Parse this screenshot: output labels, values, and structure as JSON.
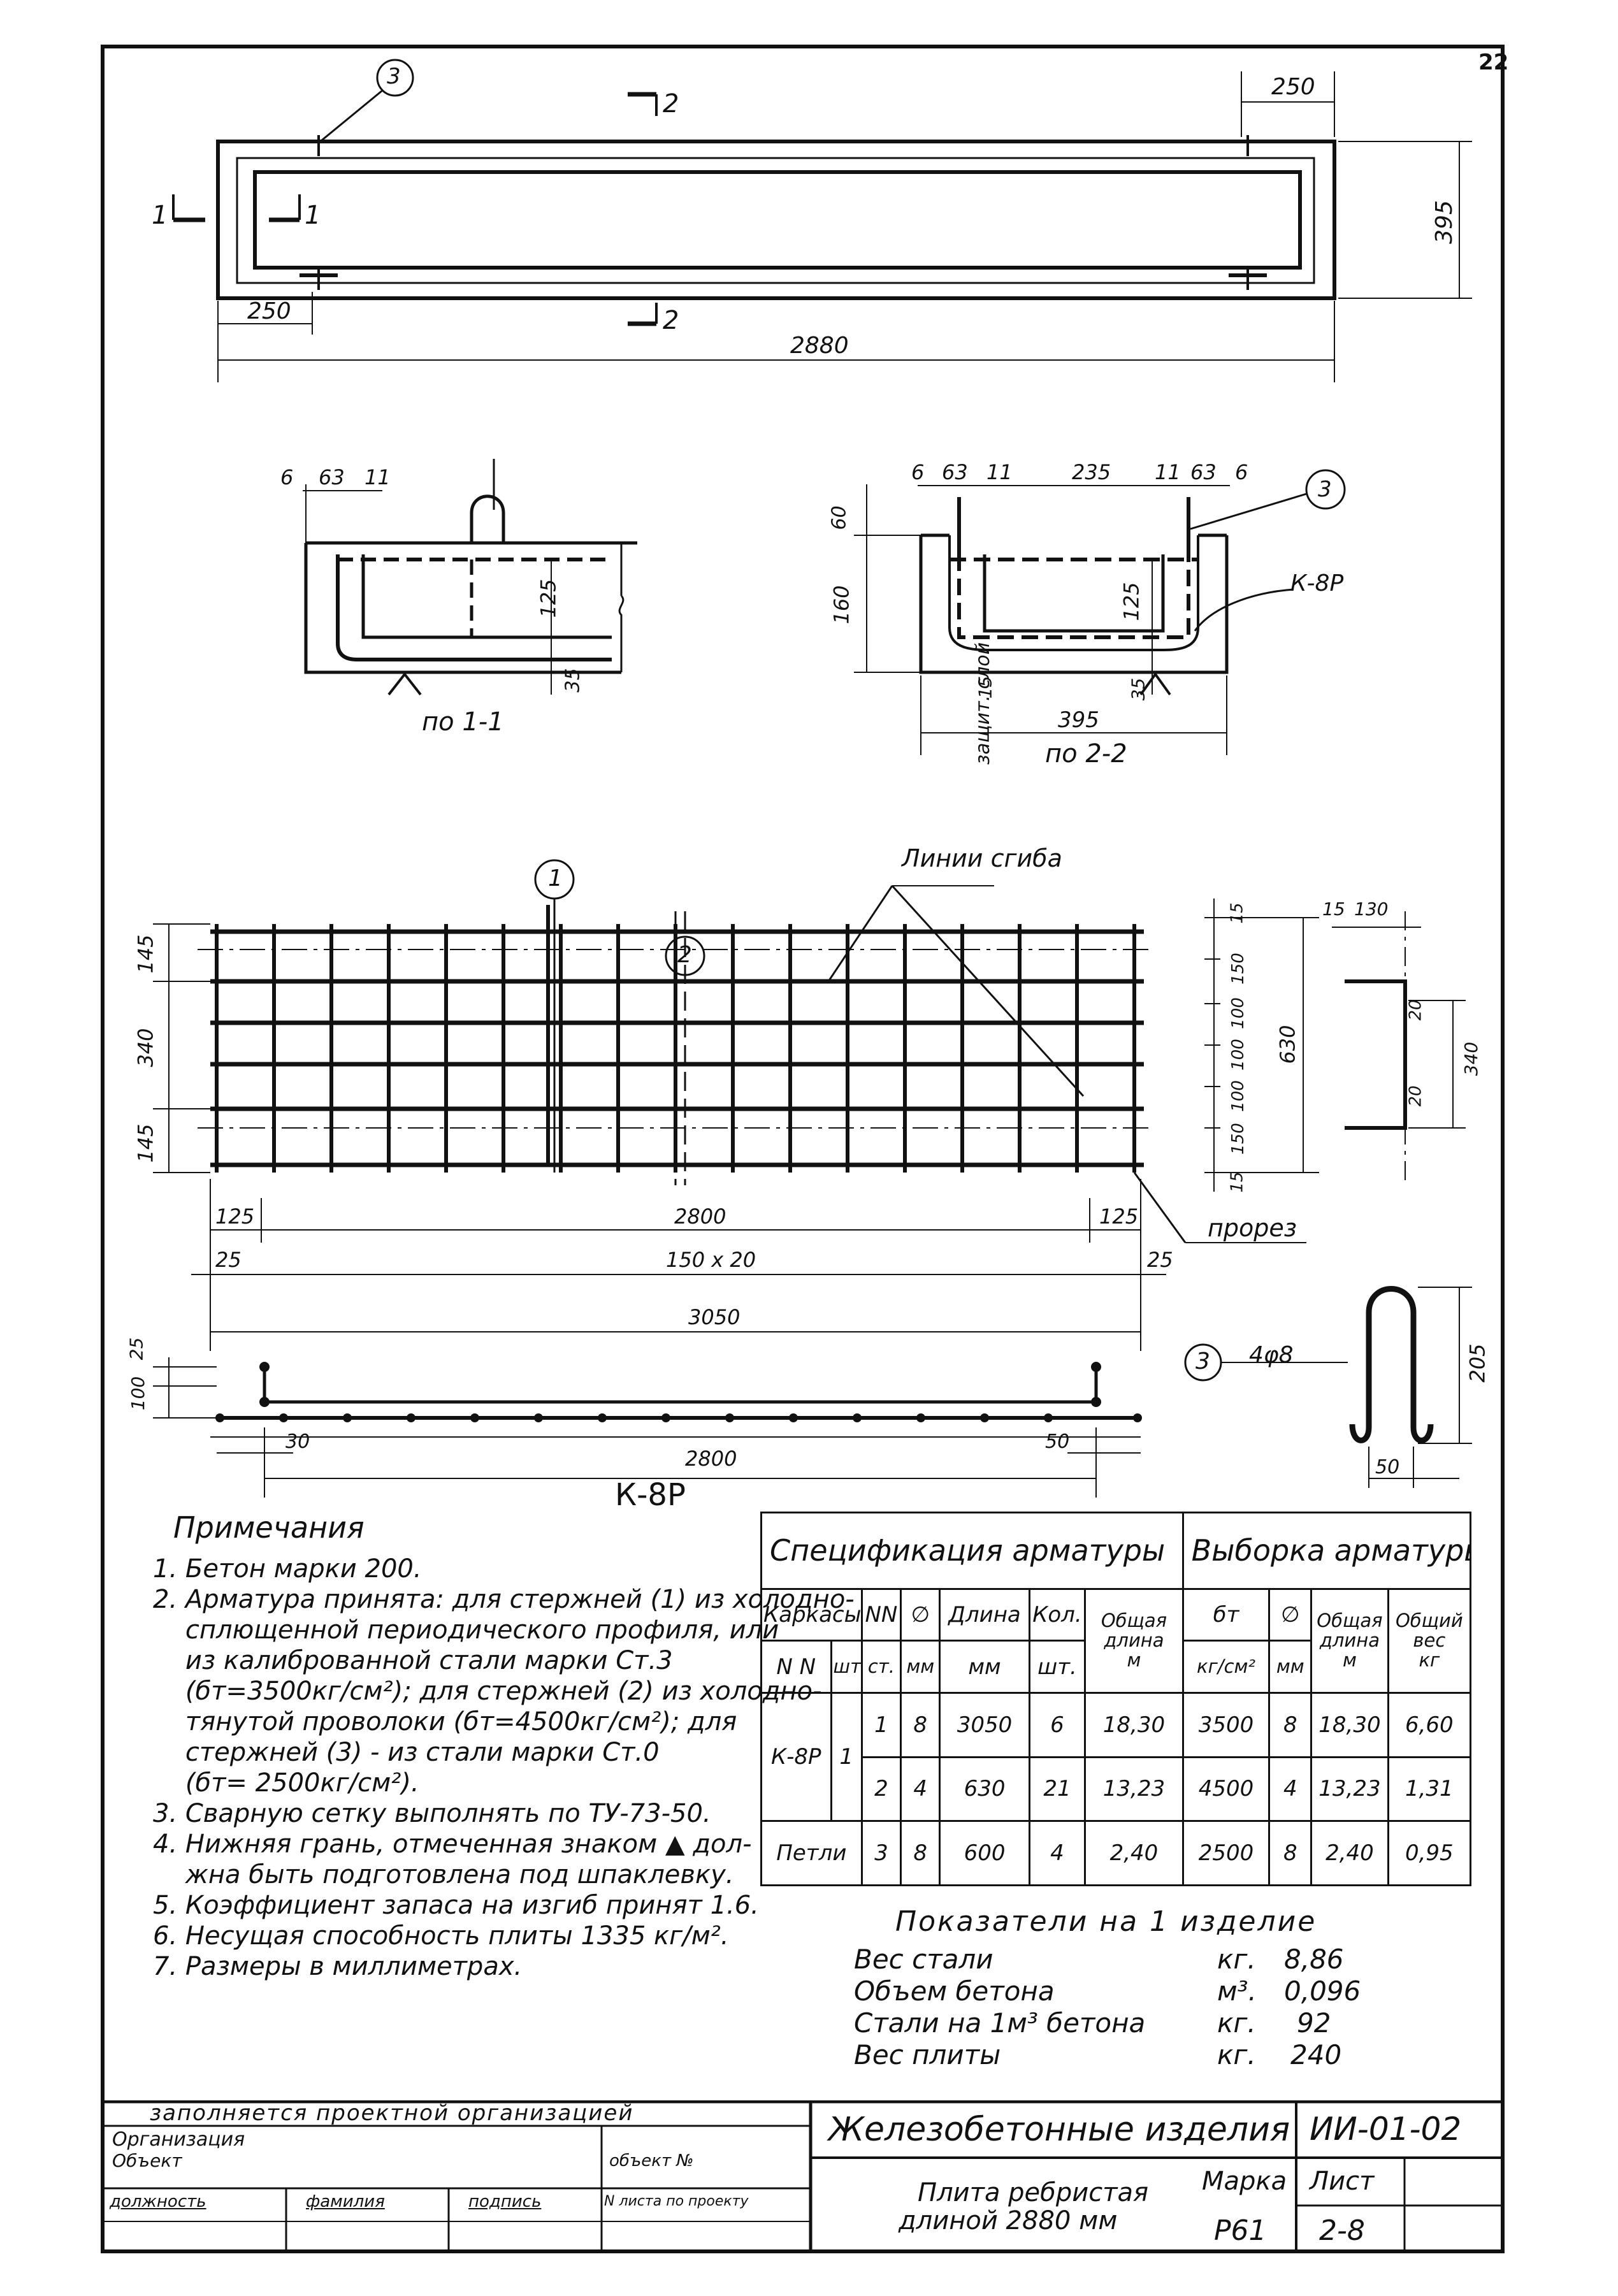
{
  "page_number": "22",
  "drawing": {
    "plan": {
      "callout": "3",
      "section_1": "1",
      "section_2": "2",
      "dim_edge_top": "250",
      "dim_edge_bottom": "250",
      "dim_width": "395",
      "dim_length": "2880"
    },
    "section_1_1": {
      "dims": [
        "6",
        "63",
        "11"
      ],
      "dim_height": "125",
      "dim_cover": "35",
      "caption": "по 1-1"
    },
    "section_2_2": {
      "dims": [
        "6",
        "63",
        "11",
        "235",
        "11",
        "63",
        "6"
      ],
      "dim_top": "60",
      "dim_height_total": "160",
      "dim_inner": "125",
      "dim_cover_left": "15",
      "dim_cover_right": "35",
      "dim_width": "395",
      "protective_layer": "защит. слой",
      "callout": "3",
      "frame_label": "К-8Р",
      "caption": "по 2-2"
    },
    "mesh": {
      "fold_lines_label": "Линии сгиба",
      "callout_1": "1",
      "callout_2": "2",
      "dim_left": [
        "145",
        "340",
        "145"
      ],
      "dim_bottom_125_left": "125",
      "dim_bottom_2800": "2800",
      "dim_bottom_125_right": "125",
      "dim_25_left": "25",
      "dim_spacing": "150 x 20",
      "dim_25_right": "25",
      "dim_total": "3050",
      "cut_label": "прорез",
      "dim_right": [
        "15",
        "150",
        "100",
        "100",
        "100",
        "150",
        "15"
      ],
      "dim_height": "630",
      "profile_dims": [
        "15",
        "130",
        "20",
        "340",
        "20"
      ]
    },
    "frame_k8p": {
      "dim_25": "25",
      "dim_100": "100",
      "dim_30": "30",
      "dim_2800": "2800",
      "dim_50": "50",
      "label": "К-8Р"
    },
    "loop": {
      "callout": "3",
      "spec": "4φ8",
      "dim_height": "205",
      "dim_width": "50"
    }
  },
  "notes": {
    "title": "Примечания",
    "items": [
      "1. Бетон марки 200.",
      "2. Арматура принята: для стержней (1) из холодно-",
      "    сплющенной периодического профиля, или",
      "    из калиброванной стали марки Ст.3",
      "    (бт=3500кг/см²); для стержней (2) из холодно-",
      "    тянутой проволоки (бт=4500кг/см²); для",
      "    стержней (3) - из стали марки Ст.0",
      "    (бт= 2500кг/см²).",
      "3. Сварную сетку выполнять по ТУ-73-50.",
      "4. Нижняя грань, отмеченная знаком ▲ дол-",
      "    жна быть подготовлена под шпаклевку.",
      "5. Коэффициент запаса на изгиб принят 1.6.",
      "6. Несущая способность плиты 1335 кг/м².",
      "7. Размеры в миллиметрах."
    ]
  },
  "spec_table": {
    "title_spec": "Спецификация арматуры",
    "title_select": "Выборка арматуры.",
    "headers": {
      "frames": "Каркасы",
      "nn": "NN",
      "phi": "∅",
      "length": "Длина",
      "qty": "Кол.",
      "total_length": "Общая длина",
      "sigma": "бт",
      "phi2": "∅",
      "total_length2": "Общая длина",
      "total_weight": "Общий вес",
      "nn_sub": "N N",
      "pcs_sub": "шт.",
      "st_sub": "ст.",
      "mm_sub": "мм",
      "mm_len": "мм",
      "pcs_qty": "шт.",
      "m_sub": "м",
      "kgcm_sub": "кг/см²",
      "mm_sub2": "мм",
      "m_sub2": "м",
      "kg_sub": "кг"
    },
    "rows": [
      {
        "frame": "К-8Р",
        "count": "1",
        "nn": "1",
        "phi": "8",
        "length": "3050",
        "qty": "6",
        "total": "18,30",
        "sigma": "3500",
        "phi2": "8",
        "total2": "18,30",
        "weight": "6,60"
      },
      {
        "frame": "",
        "count": "",
        "nn": "2",
        "phi": "4",
        "length": "630",
        "qty": "21",
        "total": "13,23",
        "sigma": "4500",
        "phi2": "4",
        "total2": "13,23",
        "weight": "1,31"
      },
      {
        "frame": "Петли",
        "count": "",
        "nn": "3",
        "phi": "8",
        "length": "600",
        "qty": "4",
        "total": "2,40",
        "sigma": "2500",
        "phi2": "8",
        "total2": "2,40",
        "weight": "0,95"
      }
    ]
  },
  "indicators": {
    "title": "Показатели на 1 изделие",
    "items": [
      {
        "label": "Вес стали",
        "unit": "кг.",
        "value": "8,86"
      },
      {
        "label": "Объем бетона",
        "unit": "м³.",
        "value": "0,096"
      },
      {
        "label": "Стали на 1м³ бетона",
        "unit": "кг.",
        "value": "92"
      },
      {
        "label": "Вес плиты",
        "unit": "кг.",
        "value": "240"
      }
    ]
  },
  "title_block": {
    "filled_by": "заполняется проектной организацией",
    "organization": "Организация",
    "object": "Объект",
    "object_no": "объект №",
    "position": "должность",
    "surname": "фамилия",
    "signature": "подпись",
    "sheet_no": "N листа по проекту",
    "series_title": "Железобетонные изделия",
    "series_code": "ИИ-01-02",
    "product_name_1": "Плита ребристая",
    "product_name_2": "длиной 2880 мм",
    "mark_label": "Марка",
    "sheet_label": "Лист",
    "mark": "Р61",
    "sheet": "2-8"
  }
}
